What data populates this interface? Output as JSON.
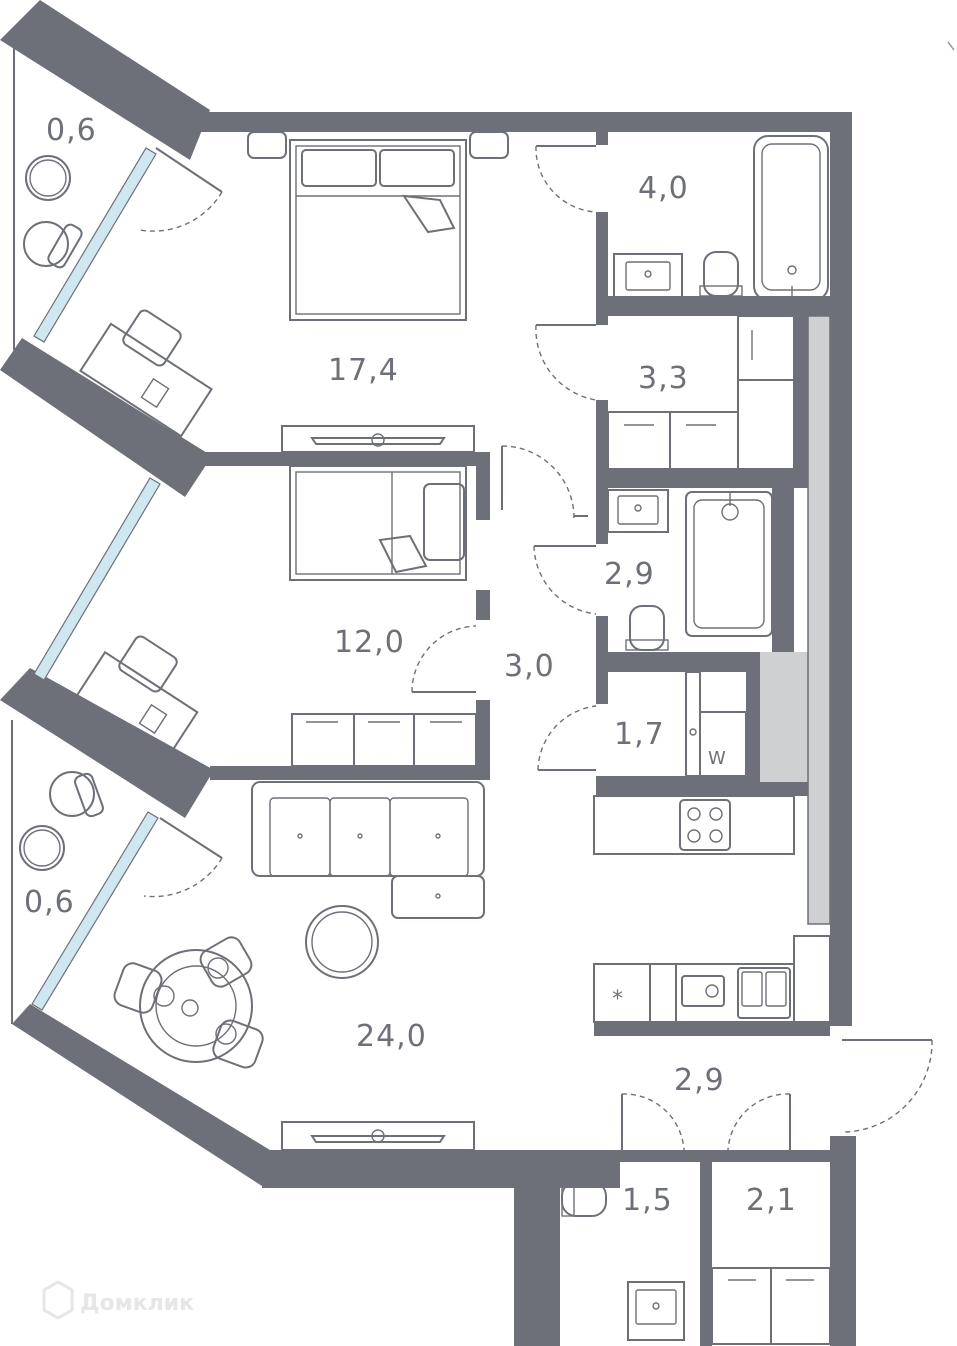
{
  "rooms": [
    {
      "id": "balcony-top",
      "area": "0,6"
    },
    {
      "id": "bedroom-master",
      "area": "17,4"
    },
    {
      "id": "bathroom-top",
      "area": "4,0"
    },
    {
      "id": "wardrobe",
      "area": "3,3"
    },
    {
      "id": "bedroom-second",
      "area": "12,0"
    },
    {
      "id": "corridor",
      "area": "3,0"
    },
    {
      "id": "bathroom-mid",
      "area": "2,9"
    },
    {
      "id": "laundry",
      "area": "1,7"
    },
    {
      "id": "balcony-bottom",
      "area": "0,6"
    },
    {
      "id": "living-kitchen",
      "area": "24,0"
    },
    {
      "id": "hall",
      "area": "2,9"
    },
    {
      "id": "wc",
      "area": "1,5"
    },
    {
      "id": "storage",
      "area": "2,1"
    }
  ],
  "appliance_labels": {
    "washer": "W",
    "fridge": "*"
  },
  "watermark": "Домклик",
  "colors": {
    "wall": "#6e7079",
    "shaft": "#cfd0d2",
    "glass": "#cfe7f1"
  }
}
